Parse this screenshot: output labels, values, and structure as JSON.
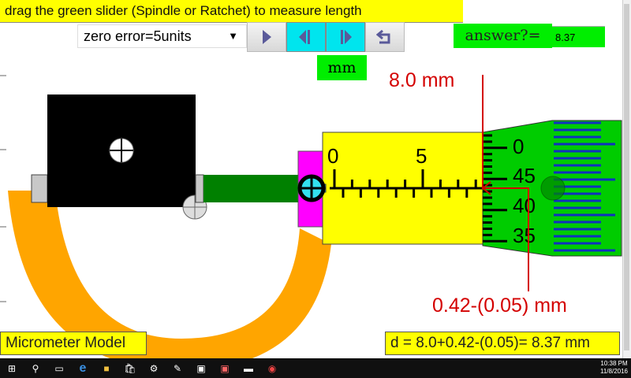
{
  "instruction": "drag the green slider (Spindle or Ratchet) to measure length",
  "zero_error_select": {
    "value": "zero error=5units",
    "arrow": "▼"
  },
  "buttons": [
    {
      "name": "play"
    },
    {
      "name": "step-back"
    },
    {
      "name": "step-forward"
    },
    {
      "name": "reset"
    }
  ],
  "answer": {
    "label": "answer?=",
    "value": "8.37"
  },
  "unit": "mm",
  "main_reading": "8.0 mm",
  "thimble_reading": "0.42-(0.05) mm",
  "sleeve_labels": [
    "0",
    "5"
  ],
  "thimble_labels": [
    "0",
    "45",
    "40",
    "35"
  ],
  "bottom_left": "Micrometer Model",
  "bottom_right": "d = 8.0+0.42-(0.05)= 8.37 mm",
  "taskbar": {
    "time": "10:38 PM",
    "date": "11/8/2016"
  },
  "colors": {
    "sleeve": "#ffff00",
    "thimble": "#00cc00",
    "frame": "#ffa500",
    "red": "#d40000"
  }
}
